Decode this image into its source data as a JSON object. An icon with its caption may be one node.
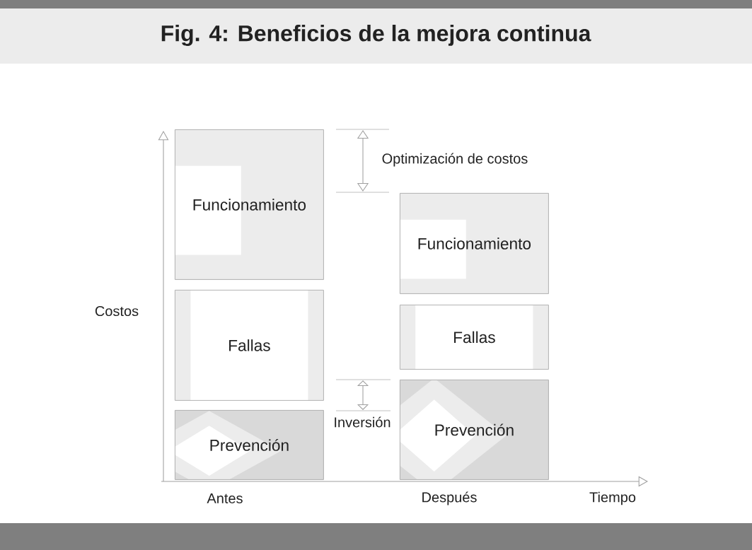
{
  "diagram": {
    "title": "Fig. 4:  Beneficios de la mejora continua",
    "nodes": [
      {
        "text": [
          "Funcionamiento"
        ]
      },
      {
        "text": [
          "Fallas"
        ]
      },
      {
        "text": [
          "Prevención"
        ]
      },
      {
        "text": [
          "Funcionamiento"
        ]
      },
      {
        "text": [
          "Fallas"
        ]
      },
      {
        "text": [
          "Prevención"
        ]
      }
    ],
    "labels": [
      "Optimización de costos",
      "Costos",
      "Inversión",
      "Antes",
      "Después",
      "Tiempo"
    ]
  }
}
